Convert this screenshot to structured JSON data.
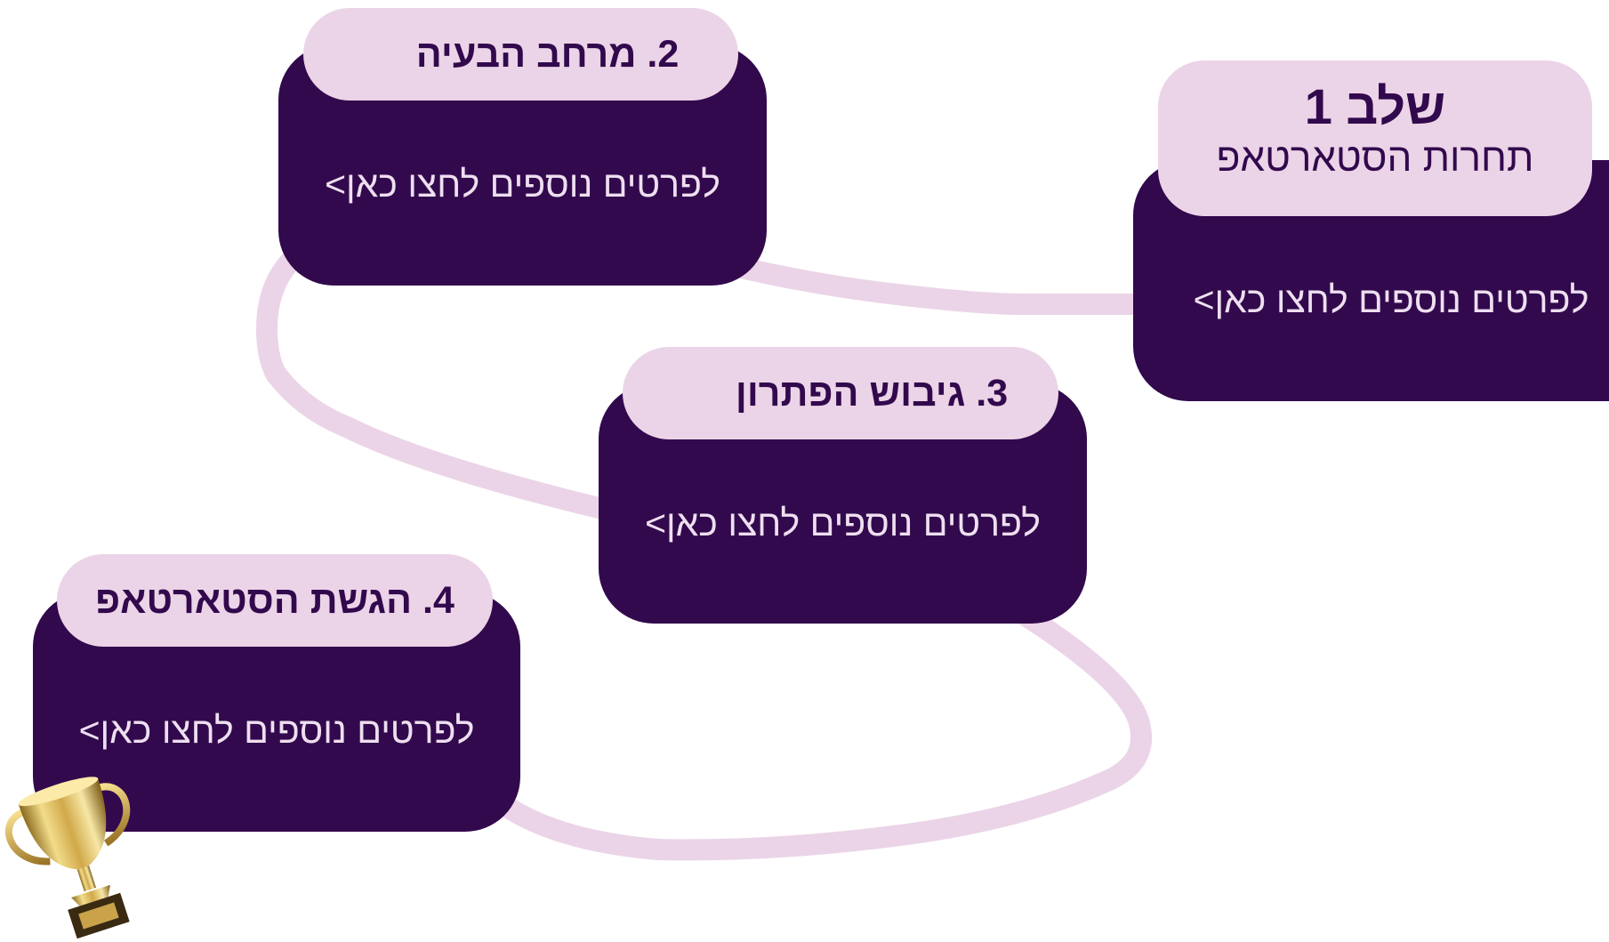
{
  "colors": {
    "card_body": "#32094d",
    "card_tab": "#ebd4e7",
    "path": "#ebd4e7",
    "link_text": "#eedff0",
    "tab_text": "#32094d"
  },
  "stages": [
    {
      "title_line1": "שלב 1",
      "title_line2": "תחרות הסטארטאפ",
      "link": "לפרטים נוספים לחצו כאן>"
    },
    {
      "title": "2. מרחב הבעיה",
      "link": "לפרטים נוספים לחצו כאן>"
    },
    {
      "title": "3. גיבוש הפתרון",
      "link": "לפרטים נוספים לחצו כאן>"
    },
    {
      "title": "4. הגשת הסטארטאפ",
      "link": "לפרטים נוספים לחצו כאן>"
    }
  ],
  "icons": {
    "trophy": "trophy-icon"
  }
}
